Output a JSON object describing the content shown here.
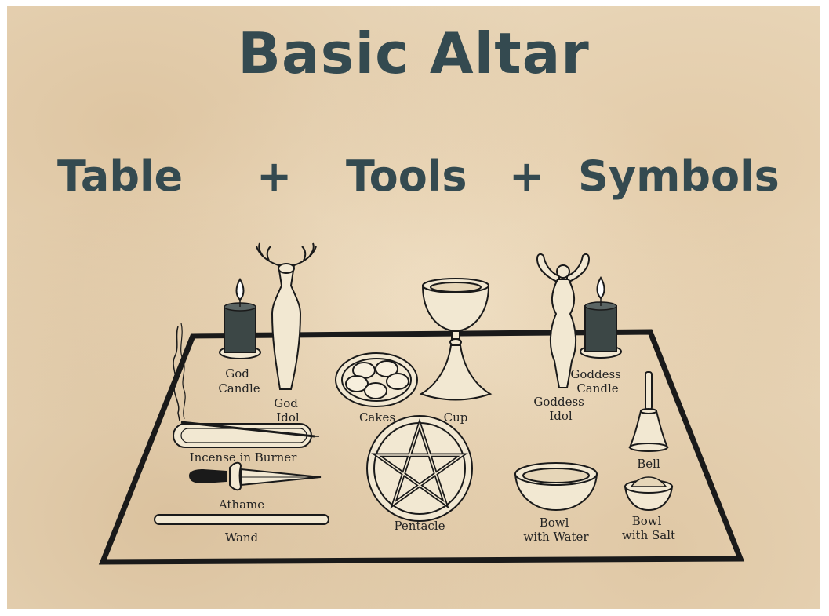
{
  "title": "Basic Altar",
  "formula": {
    "term1": "Table",
    "plus1": "+",
    "term2": "Tools",
    "plus2": "+",
    "term3": "Symbols"
  },
  "labels": {
    "god_candle": [
      "God",
      "Candle"
    ],
    "god_idol": [
      "God",
      "Idol"
    ],
    "cakes": "Cakes",
    "cup": "Cup",
    "goddess_idol": [
      "Goddess",
      "Idol"
    ],
    "goddess_candle": [
      "Goddess",
      "Candle"
    ],
    "incense": "Incense in Burner",
    "athame": "Athame",
    "wand": "Wand",
    "pentacle": "Pentacle",
    "bowl_water": [
      "Bowl",
      "with Water"
    ],
    "bell": "Bell",
    "bowl_salt": [
      "Bowl",
      "with Salt"
    ]
  },
  "colors": {
    "heading": "#344a50",
    "parchment": "#ead9bd",
    "ink": "#1a1a1a",
    "candle": "#3c4746"
  }
}
